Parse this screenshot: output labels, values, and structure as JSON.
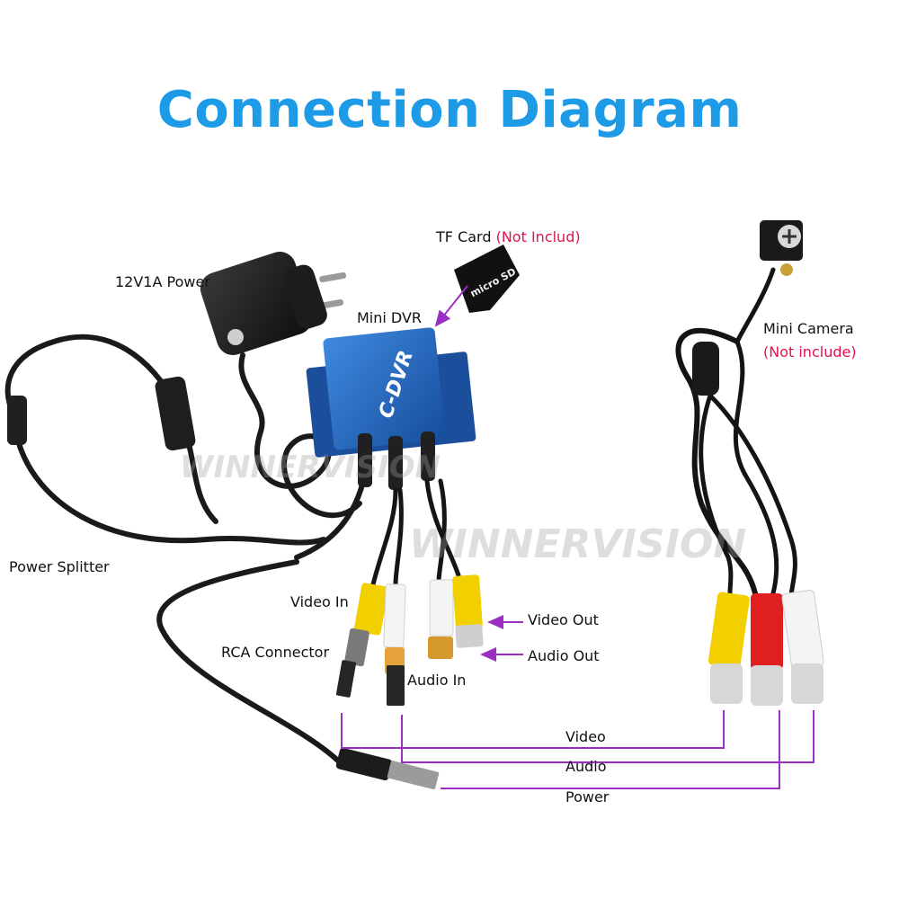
{
  "title": "Connection Diagram",
  "labels": {
    "power_adapter": "12V1A Power",
    "tf_card": "TF Card",
    "tf_card_note": "(Not Includ)",
    "mini_dvr": "Mini DVR",
    "mini_camera": "Mini Camera",
    "mini_camera_note": "(Not include)",
    "power_splitter": "Power Splitter",
    "video_in": "Video In",
    "rca_connector": "RCA Connector",
    "audio_in": "Audio In",
    "video_out": "Video Out",
    "audio_out": "Audio Out",
    "line_video": "Video",
    "line_audio": "Audio",
    "line_power": "Power"
  },
  "product": {
    "dvr_brand": "C-DVR",
    "card_text": "micro SD"
  },
  "watermark": "WINNERVISION",
  "colors": {
    "title": "#1e9be6",
    "note": "#e0144c",
    "guide_line": "#9b2fc4",
    "dvr_body": "#1f5fb8",
    "rca_yellow": "#f2d000",
    "rca_red": "#e02020",
    "rca_white": "#f4f4f4"
  }
}
